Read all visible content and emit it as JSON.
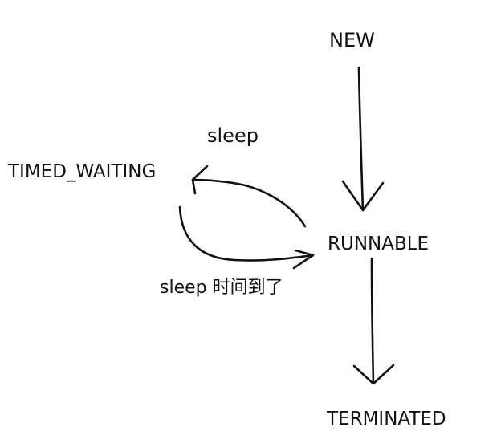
{
  "diagram": {
    "states": {
      "new": "NEW",
      "timed_waiting": "TIMED_WAITING",
      "runnable": "RUNNABLE",
      "terminated": "TERMINATED"
    },
    "transitions": {
      "to_timed_waiting": "sleep",
      "to_runnable": "sleep 时间到了"
    }
  }
}
